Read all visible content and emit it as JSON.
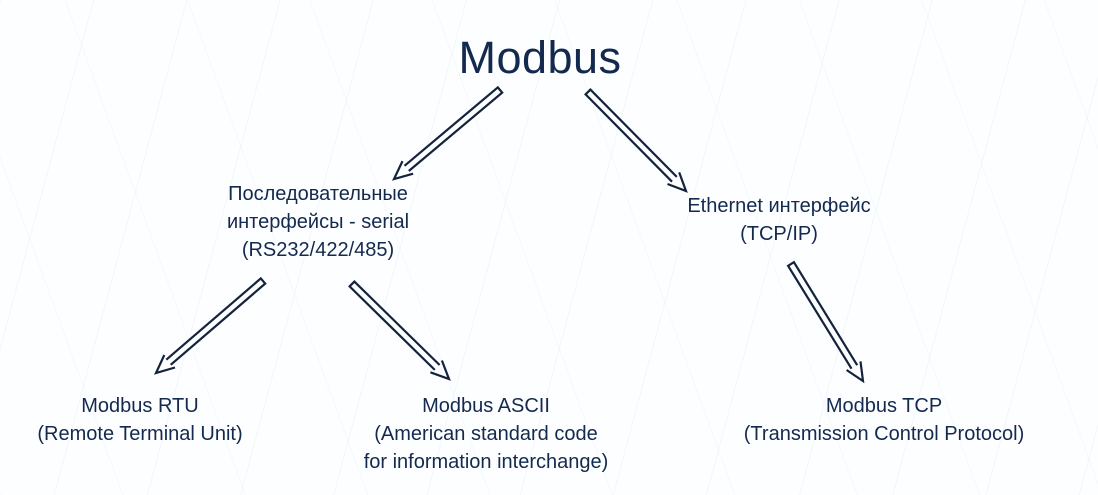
{
  "title": "Modbus",
  "colors": {
    "text": "#14294e",
    "arrow_outline": "#15223c",
    "background": "#fcfeff"
  },
  "diagram": {
    "type": "tree",
    "nodes": {
      "root": {
        "label": "Modbus"
      },
      "serial": {
        "lines": [
          "Последовательные",
          "интерфейсы - serial",
          "(RS232/422/485)"
        ]
      },
      "ethernet": {
        "lines": [
          "Ethernet интерфейс",
          "(TCP/IP)"
        ]
      },
      "rtu": {
        "lines": [
          "Modbus RTU",
          "(Remote Terminal Unit)"
        ]
      },
      "ascii": {
        "lines": [
          "Modbus ASCII",
          "(American standard code",
          "for information interchange)"
        ]
      },
      "tcp": {
        "lines": [
          "Modbus TCP",
          "(Transmission Control Protocol)"
        ]
      }
    },
    "edges": [
      {
        "from": "root",
        "to": "serial"
      },
      {
        "from": "root",
        "to": "ethernet"
      },
      {
        "from": "serial",
        "to": "rtu"
      },
      {
        "from": "serial",
        "to": "ascii"
      },
      {
        "from": "ethernet",
        "to": "tcp"
      }
    ]
  }
}
